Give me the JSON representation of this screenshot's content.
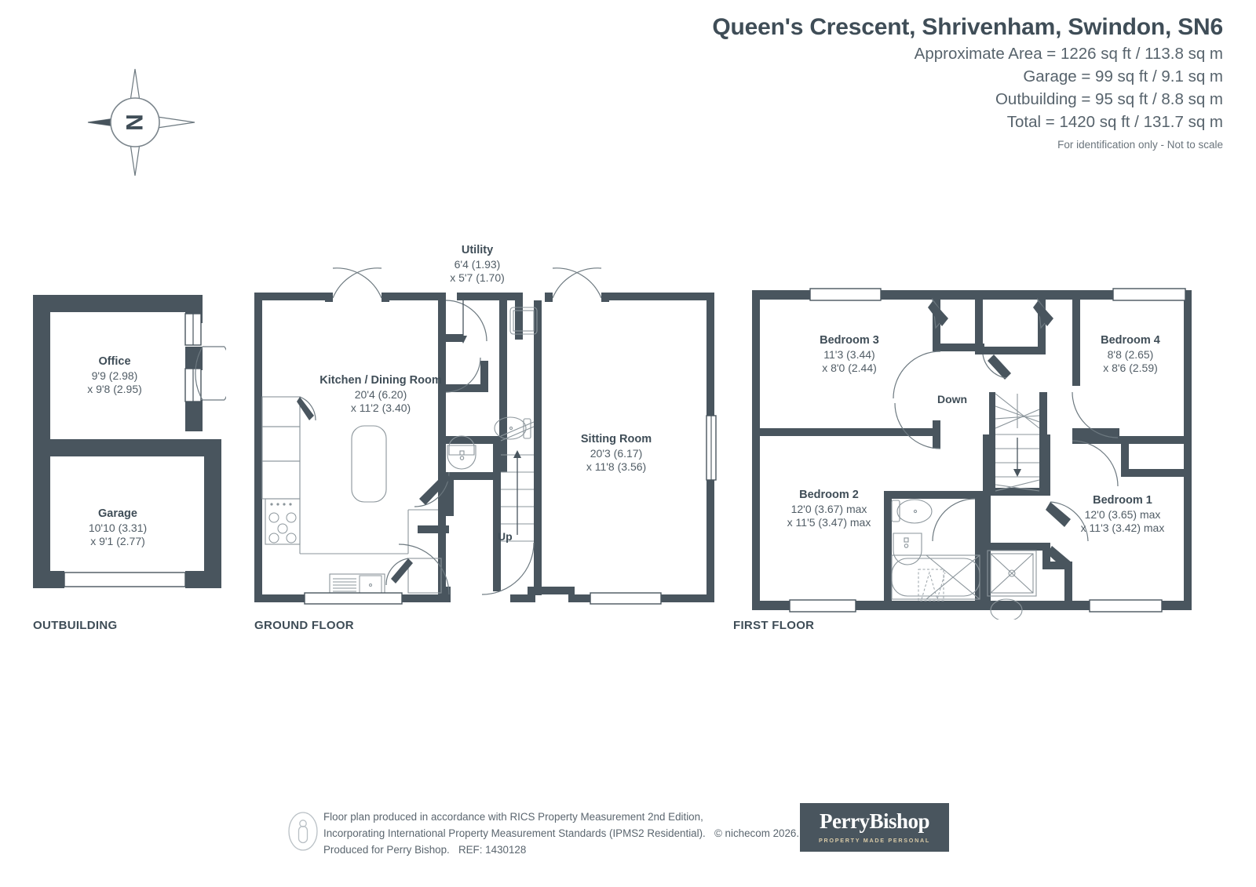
{
  "header": {
    "title": "Queen's Crescent, Shrivenham, Swindon, SN6",
    "areas": [
      "Approximate Area = 1226 sq ft / 113.8 sq m",
      "Garage = 99 sq ft / 9.1 sq m",
      "Outbuilding = 95 sq ft / 8.8 sq m",
      "Total = 1420 sq ft / 131.7 sq m"
    ],
    "disclaimer": "For identification only - Not to scale"
  },
  "compass": {
    "label": "N",
    "icon": "compass-rose-icon"
  },
  "floors": {
    "outbuilding_caption": "OUTBUILDING",
    "ground_caption": "GROUND FLOOR",
    "first_caption": "FIRST FLOOR"
  },
  "rooms": {
    "office": {
      "name": "Office",
      "dim1": "9'9 (2.98)",
      "dim2": "x 9'8 (2.95)"
    },
    "garage": {
      "name": "Garage",
      "dim1": "10'10 (3.31)",
      "dim2": "x 9'1 (2.77)"
    },
    "kitchen": {
      "name": "Kitchen / Dining Room",
      "dim1": "20'4 (6.20)",
      "dim2": "x 11'2 (3.40)"
    },
    "utility": {
      "name": "Utility",
      "dim1": "6'4 (1.93)",
      "dim2": "x 5'7 (1.70)"
    },
    "sitting": {
      "name": "Sitting Room",
      "dim1": "20'3 (6.17)",
      "dim2": "x 11'8 (3.56)"
    },
    "bed3": {
      "name": "Bedroom 3",
      "dim1": "11'3 (3.44)",
      "dim2": "x 8'0 (2.44)"
    },
    "bed4": {
      "name": "Bedroom 4",
      "dim1": "8'8 (2.65)",
      "dim2": "x 8'6 (2.59)"
    },
    "bed2": {
      "name": "Bedroom 2",
      "dim1": "12'0 (3.67) max",
      "dim2": "x 11'5 (3.47) max"
    },
    "bed1": {
      "name": "Bedroom 1",
      "dim1": "12'0 (3.65) max",
      "dim2": "x 11'3 (3.42) max"
    }
  },
  "stairs": {
    "up_label": "Up",
    "down_label": "Down"
  },
  "footer": {
    "line1": "Floor plan produced in accordance with RICS Property Measurement 2nd Edition,",
    "line2": "Incorporating International Property Measurement Standards (IPMS2 Residential).",
    "copyright": "© nichecom 2026.",
    "line3": "Produced for Perry Bishop.",
    "reference": "REF: 1430128",
    "logo_name": "PerryBishop",
    "logo_tagline": "PROPERTY MADE PERSONAL"
  },
  "colors": {
    "wall": "#49555e",
    "text": "#4a565f",
    "logo_bg": "#49555e",
    "logo_tag": "#d8c9a6"
  }
}
